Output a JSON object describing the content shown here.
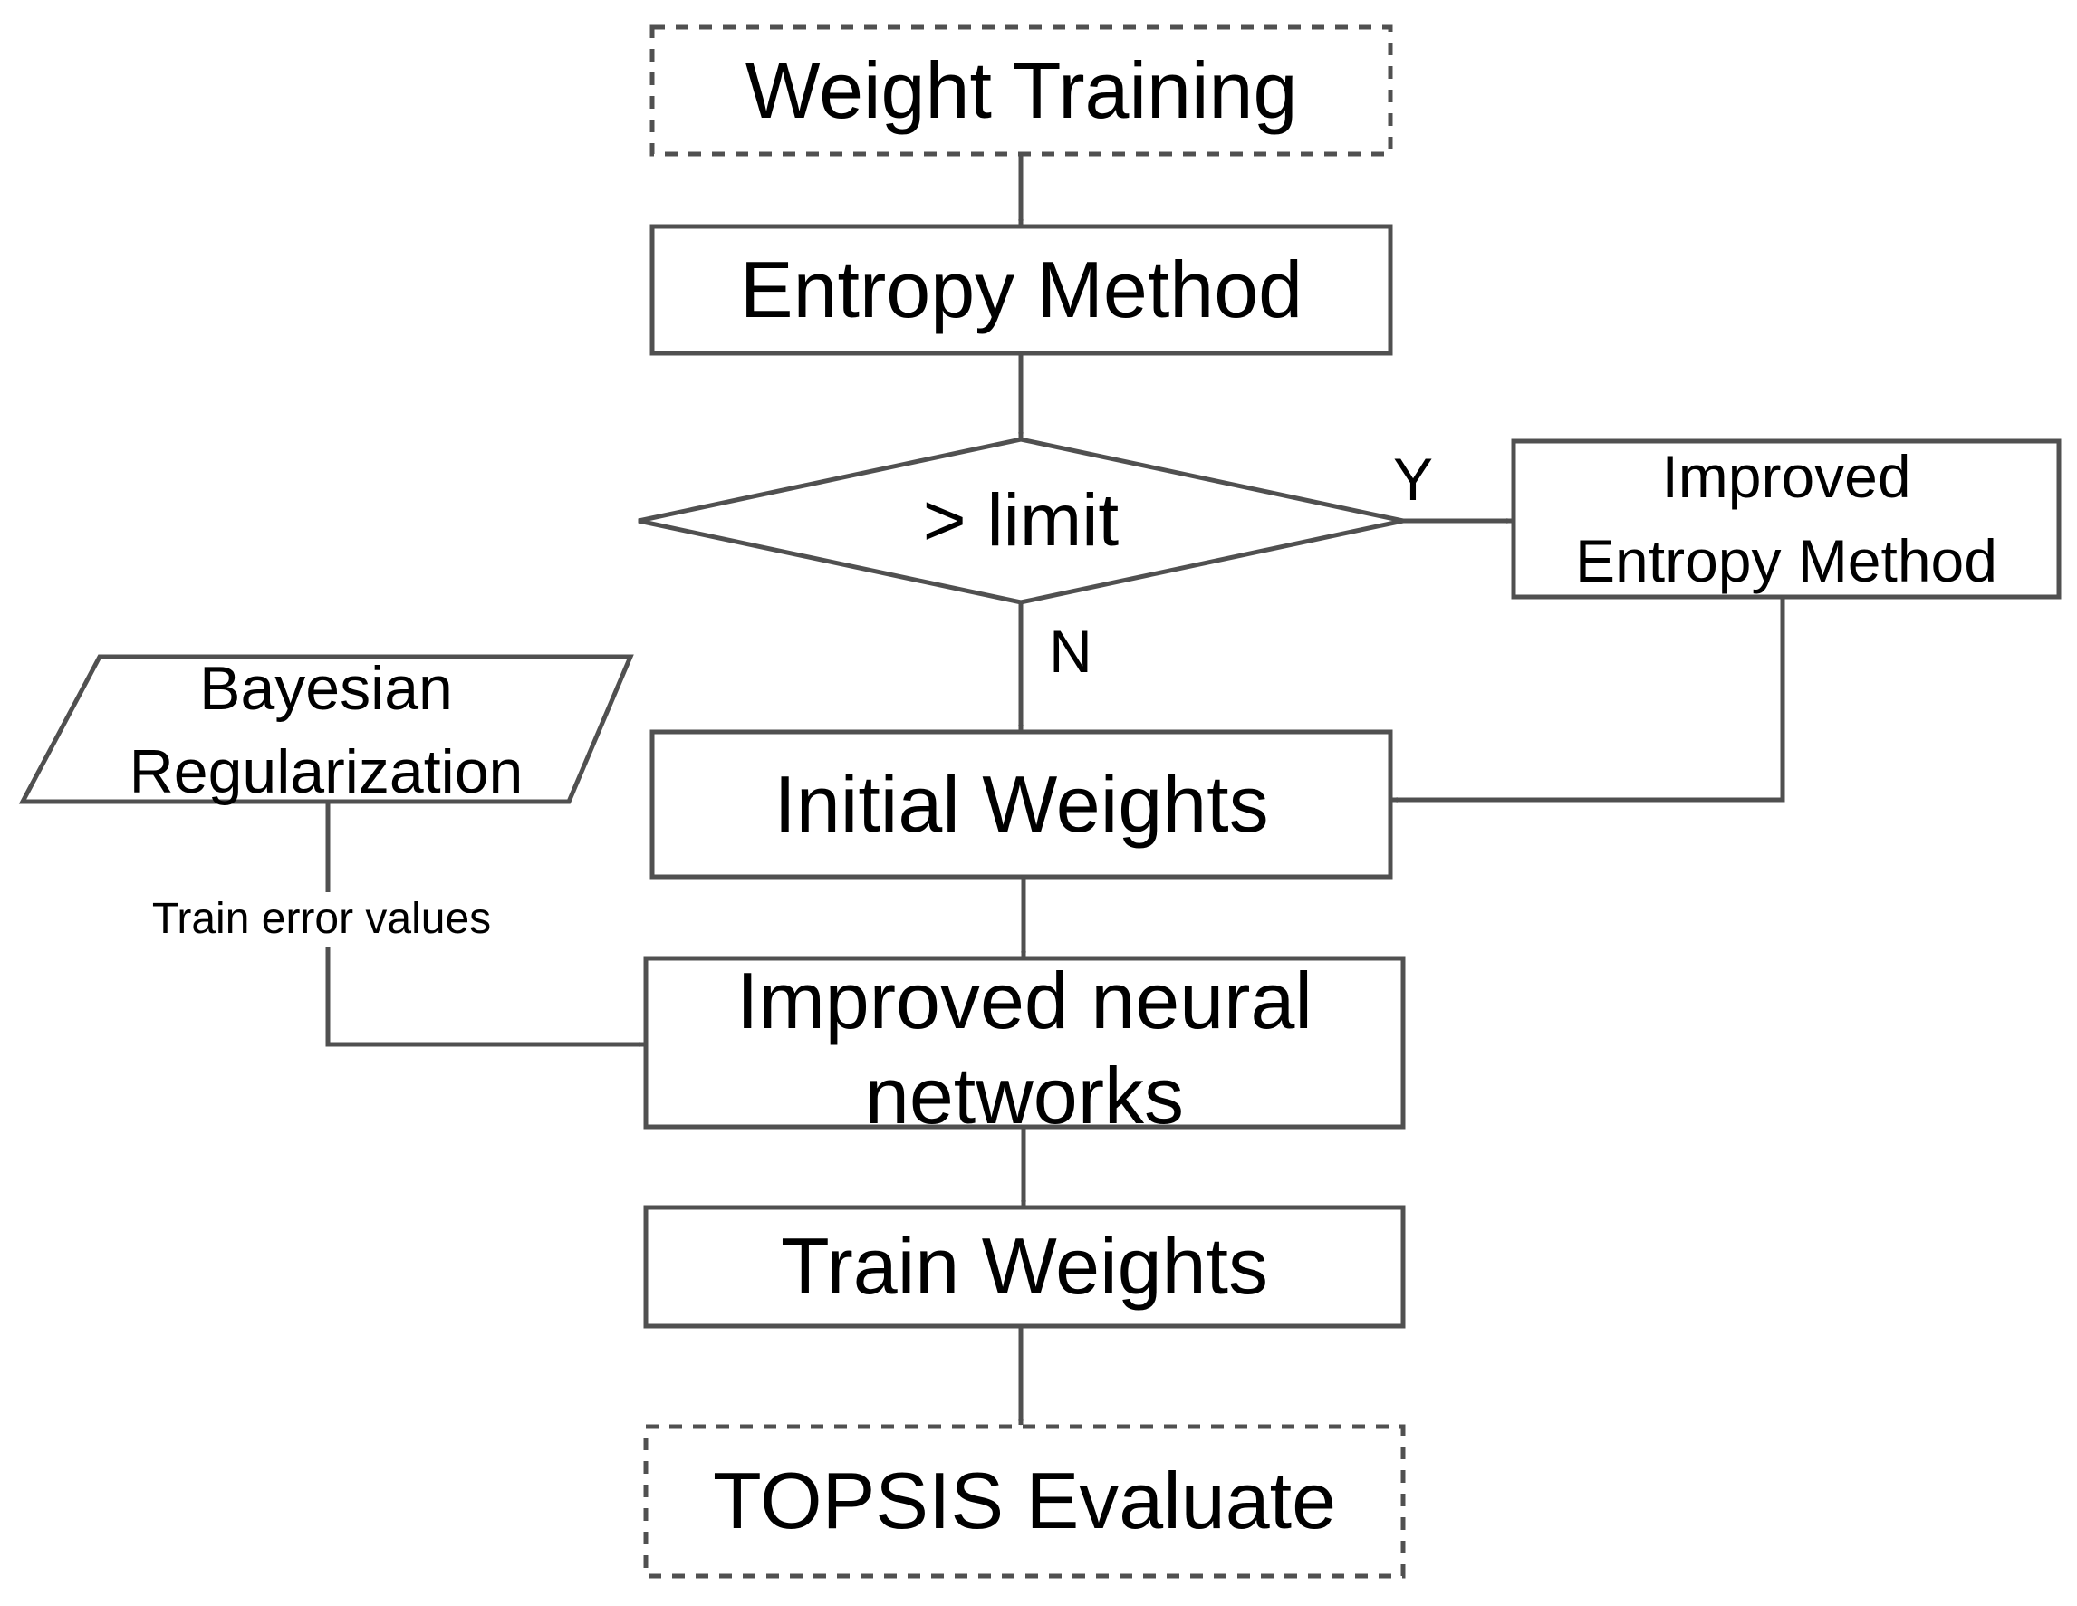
{
  "colors": {
    "stroke": "#505050",
    "text": "#000000",
    "background": "#ffffff"
  },
  "nodes": {
    "weight_training": "Weight  Training",
    "entropy_method": "Entropy  Method",
    "limit_decision": "> limit",
    "improved_entropy_line1": "Improved",
    "improved_entropy_line2": "Entropy  Method",
    "bayesian_line1": "Bayesian",
    "bayesian_line2": "Regularization",
    "initial_weights": "Initial Weights",
    "improved_nn_line1": "Improved neural",
    "improved_nn_line2": "networks",
    "train_weights": "Train Weights",
    "topsis_evaluate": "TOPSIS  Evaluate"
  },
  "edge_labels": {
    "yes": "Y",
    "no": "N",
    "train_error": "Train error values"
  }
}
